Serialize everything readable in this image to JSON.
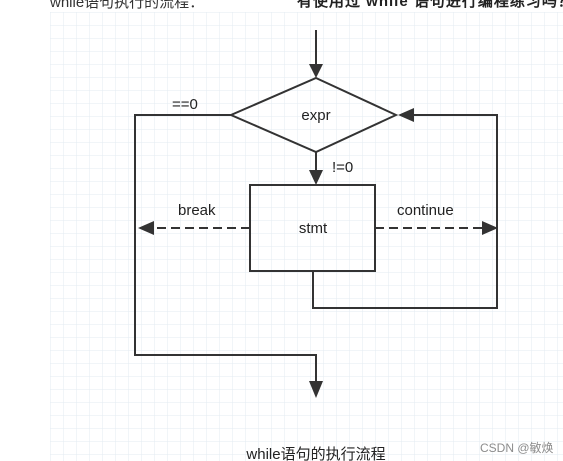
{
  "article": {
    "intro_text": "while语句执行的流程：",
    "top_right_text": "有使用过 while 语句进行编程练习吗？"
  },
  "diagram": {
    "nodes": {
      "expr": "expr",
      "stmt": "stmt"
    },
    "edges": {
      "eq_zero": "==0",
      "not_zero": "!=0",
      "break": "break",
      "continue": "continue"
    },
    "caption": "while语句的执行流程"
  },
  "watermark": "CSDN @敏焕",
  "colors": {
    "grid": "#e6eef4",
    "stroke": "#333333",
    "text": "#222222"
  }
}
